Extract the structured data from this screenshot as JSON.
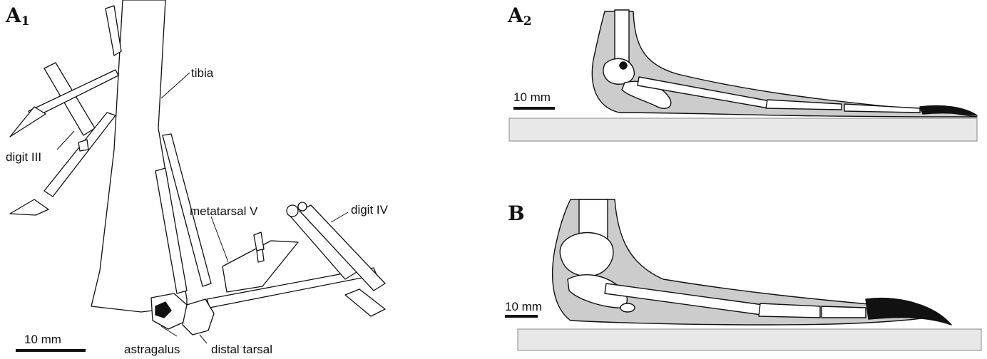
{
  "panels": {
    "a1": {
      "letter": "A",
      "subscript": "1"
    },
    "a2": {
      "letter": "A",
      "subscript": "2"
    },
    "b": {
      "letter": "B"
    }
  },
  "labels": {
    "tibia": "tibia",
    "digit_iii": "digit III",
    "metatarsal_v": "metatarsal V",
    "digit_iv": "digit IV",
    "astragalus": "astragalus",
    "distal_tarsal": "distal tarsal"
  },
  "scale_bars": {
    "a1": "10 mm",
    "a2": "10 mm",
    "b": "10 mm"
  },
  "colors": {
    "line": "#111111",
    "soft_tissue": "#cccccc",
    "bone_fill": "#ffffff",
    "ground": "#e8e8e8"
  }
}
